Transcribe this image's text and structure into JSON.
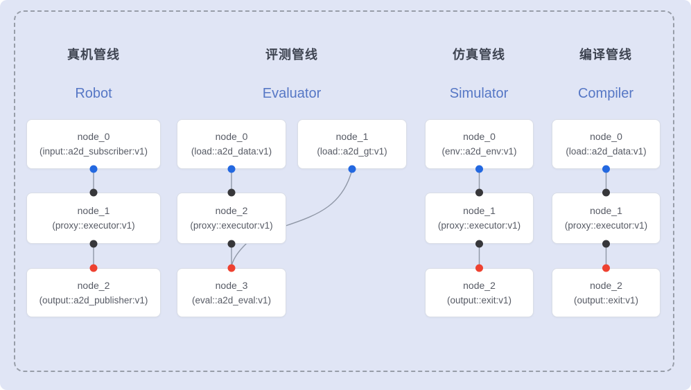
{
  "diagram": {
    "background_color": "#e0e5f5",
    "frame_border_color": "#979da8",
    "edge_color": "#8f97a6",
    "port_colors": {
      "source_blue": "#2368e0",
      "intermediate_black": "#37373a",
      "sink_red": "#ee4130"
    },
    "title_color": "#3e4451",
    "subtitle_color": "#5677c5",
    "node_text_color": "#565a64"
  },
  "pipelines": [
    {
      "title": "真机管线",
      "subtitle": "Robot",
      "nodes": [
        {
          "name": "node_0",
          "type": "(input::a2d_subscriber:v1)"
        },
        {
          "name": "node_1",
          "type": "(proxy::executor:v1)"
        },
        {
          "name": "node_2",
          "type": "(output::a2d_publisher:v1)"
        }
      ]
    },
    {
      "title": "评测管线",
      "subtitle": "Evaluator",
      "nodes": [
        {
          "name": "node_0",
          "type": "(load::a2d_data:v1)"
        },
        {
          "name": "node_1",
          "type": "(load::a2d_gt:v1)"
        },
        {
          "name": "node_2",
          "type": "(proxy::executor:v1)"
        },
        {
          "name": "node_3",
          "type": "(eval::a2d_eval:v1)"
        }
      ]
    },
    {
      "title": "仿真管线",
      "subtitle": "Simulator",
      "nodes": [
        {
          "name": "node_0",
          "type": "(env::a2d_env:v1)"
        },
        {
          "name": "node_1",
          "type": "(proxy::executor:v1)"
        },
        {
          "name": "node_2",
          "type": "(output::exit:v1)"
        }
      ]
    },
    {
      "title": "编译管线",
      "subtitle": "Compiler",
      "nodes": [
        {
          "name": "node_0",
          "type": "(load::a2d_data:v1)"
        },
        {
          "name": "node_1",
          "type": "(proxy::executor:v1)"
        },
        {
          "name": "node_2",
          "type": "(output::exit:v1)"
        }
      ]
    }
  ]
}
